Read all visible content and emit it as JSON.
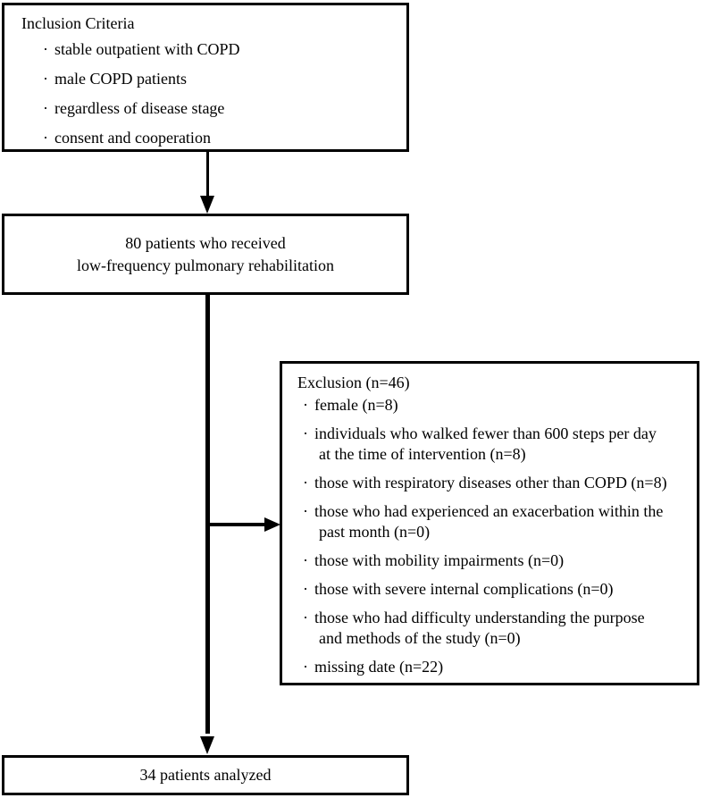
{
  "figure": {
    "type": "flowchart",
    "title": "Study participant flow diagram",
    "colors": {
      "background": "#ffffff",
      "stroke": "#000000",
      "text": "#000000"
    }
  },
  "inclusion_box": {
    "heading": "Inclusion Criteria",
    "bullet_glyph": "·",
    "items": [
      "stable outpatient with COPD",
      "male COPD patients",
      "regardless of disease stage",
      "consent and cooperation"
    ]
  },
  "received_box": {
    "text": "80 patients who received\nlow-frequency pulmonary rehabilitation",
    "count": 80
  },
  "exclusion_box": {
    "heading": "Exclusion (n=46)",
    "total_excluded": 46,
    "bullet_glyph": "·",
    "items": [
      {
        "line1": "female (n=8)",
        "line2": "",
        "n": 8
      },
      {
        "line1": "individuals who walked fewer than 600 steps per day",
        "line2": "at the time of intervention (n=8)",
        "n": 8
      },
      {
        "line1": "those with respiratory diseases other than COPD (n=8)",
        "line2": "",
        "n": 8
      },
      {
        "line1": "those who had experienced an exacerbation within the",
        "line2": "past month (n=0)",
        "n": 0
      },
      {
        "line1": "those with mobility impairments (n=0)",
        "line2": "",
        "n": 0
      },
      {
        "line1": "those with severe internal complications (n=0)",
        "line2": "",
        "n": 0
      },
      {
        "line1": "those who had difficulty understanding the purpose",
        "line2": "and methods of the study (n=0)",
        "n": 0
      },
      {
        "line1": "missing date (n=22)",
        "line2": "",
        "n": 22
      }
    ]
  },
  "analyzed_box": {
    "text": "34 patients analyzed",
    "count": 34
  },
  "connectors": [
    {
      "name": "inclusion-to-received",
      "direction": "down"
    },
    {
      "name": "received-to-analyzed",
      "direction": "down"
    },
    {
      "name": "branch-to-exclusion",
      "direction": "right"
    }
  ]
}
